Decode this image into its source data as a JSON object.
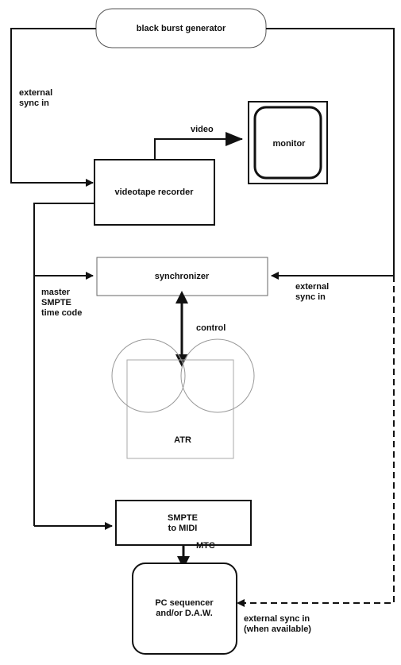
{
  "nodes": {
    "black_burst": "black burst generator",
    "vtr": "videotape recorder",
    "monitor": "monitor",
    "synchronizer": "synchronizer",
    "atr": "ATR",
    "smpte_midi": "SMPTE\nto MIDI",
    "pc": "PC sequencer\nand/or D.A.W."
  },
  "edges": {
    "ext_sync_vtr": "external\nsync in",
    "video": "video",
    "master_smpte": "master\nSMPTE\ntime code",
    "ext_sync_sync": "external\nsync in",
    "control": "control",
    "mtc": "MTC",
    "ext_sync_pc": "external sync in\n(when available)"
  }
}
